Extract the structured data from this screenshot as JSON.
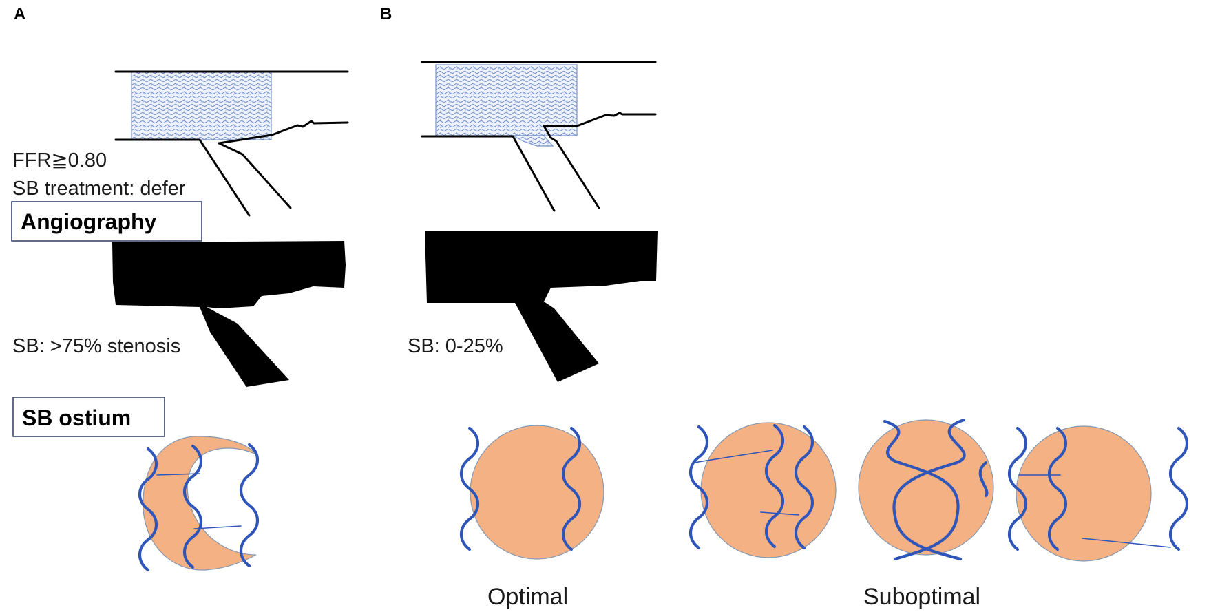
{
  "panels": {
    "a": {
      "letter": "A",
      "ffr_line": "FFR≧0.80",
      "treatment_line": "SB treatment: defer",
      "angio_result": "SB: >75% stenosis"
    },
    "b": {
      "letter": "B",
      "angio_result": "SB: 0-25%"
    }
  },
  "row_labels": {
    "angiography": "Angiography",
    "sb_ostium": "SB ostium"
  },
  "ostium_labels": {
    "optimal": "Optimal",
    "suboptimal": "Suboptimal"
  },
  "colors": {
    "ostium_fill": "#f4b183",
    "stent_strut": "#2f55b8",
    "stent_mesh": "#7a93c8",
    "vessel": "#000000"
  }
}
